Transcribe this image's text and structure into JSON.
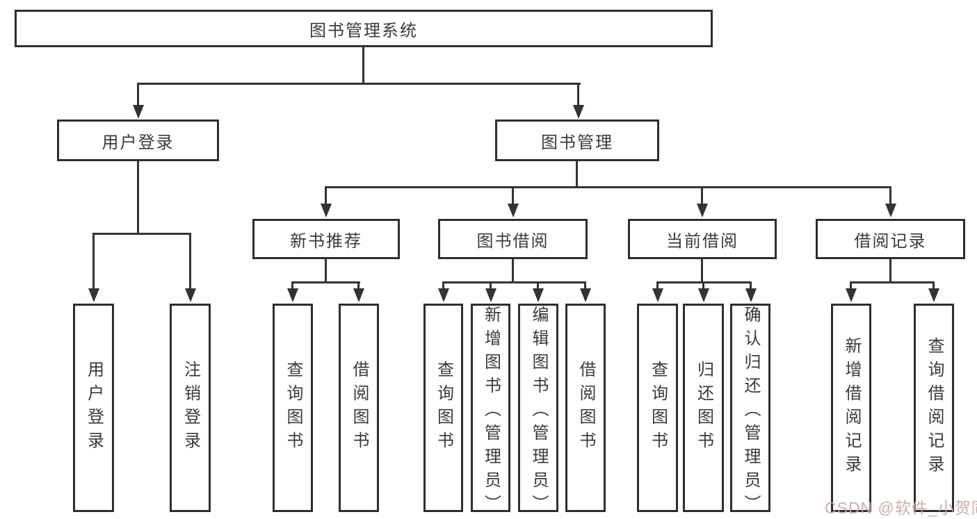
{
  "diagram": {
    "title": "图书管理系统",
    "colors": {
      "background": "#ffffff",
      "box_border": "#2e2e2e",
      "line": "#333333",
      "text": "#3a3a3a",
      "watermark": "#cda6a6"
    },
    "nodes": [
      {
        "id": "root",
        "label": "图书管理系统",
        "orientation": "horizontal"
      },
      {
        "id": "branch-user-login",
        "label": "用户登录",
        "orientation": "horizontal"
      },
      {
        "id": "branch-book-mgmt",
        "label": "图书管理",
        "orientation": "horizontal"
      },
      {
        "id": "branch-new-book",
        "label": "新书推荐",
        "orientation": "horizontal"
      },
      {
        "id": "branch-book-borrow",
        "label": "图书借阅",
        "orientation": "horizontal"
      },
      {
        "id": "branch-current-borrow",
        "label": "当前借阅",
        "orientation": "horizontal"
      },
      {
        "id": "branch-borrow-record",
        "label": "借阅记录",
        "orientation": "horizontal"
      },
      {
        "id": "leaf-user-login",
        "label": "用户登录",
        "orientation": "vertical"
      },
      {
        "id": "leaf-logout",
        "label": "注销登录",
        "orientation": "vertical"
      },
      {
        "id": "leaf-query-book-a",
        "label": "查询图书",
        "orientation": "vertical"
      },
      {
        "id": "leaf-borrow-book-a",
        "label": "借阅图书",
        "orientation": "vertical"
      },
      {
        "id": "leaf-query-book-b",
        "label": "查询图书",
        "orientation": "vertical"
      },
      {
        "id": "leaf-add-book",
        "label": "新增图书（管理员）",
        "orientation": "vertical"
      },
      {
        "id": "leaf-edit-book",
        "label": "编辑图书（管理员）",
        "orientation": "vertical"
      },
      {
        "id": "leaf-borrow-book-b",
        "label": "借阅图书",
        "orientation": "vertical"
      },
      {
        "id": "leaf-query-book-c",
        "label": "查询图书",
        "orientation": "vertical"
      },
      {
        "id": "leaf-return-book",
        "label": "归还图书",
        "orientation": "vertical"
      },
      {
        "id": "leaf-confirm-return",
        "label": "确认归还（管理员）",
        "orientation": "vertical"
      },
      {
        "id": "leaf-add-record",
        "label": "新增借阅记录",
        "orientation": "vertical"
      },
      {
        "id": "leaf-query-record",
        "label": "查询借阅记录",
        "orientation": "vertical"
      }
    ],
    "edges": [
      {
        "from": "root",
        "to": "branch-user-login"
      },
      {
        "from": "root",
        "to": "branch-book-mgmt"
      },
      {
        "from": "branch-user-login",
        "to": "leaf-user-login"
      },
      {
        "from": "branch-user-login",
        "to": "leaf-logout"
      },
      {
        "from": "branch-book-mgmt",
        "to": "branch-new-book"
      },
      {
        "from": "branch-book-mgmt",
        "to": "branch-book-borrow"
      },
      {
        "from": "branch-book-mgmt",
        "to": "branch-current-borrow"
      },
      {
        "from": "branch-book-mgmt",
        "to": "branch-borrow-record"
      },
      {
        "from": "branch-new-book",
        "to": "leaf-query-book-a"
      },
      {
        "from": "branch-new-book",
        "to": "leaf-borrow-book-a"
      },
      {
        "from": "branch-book-borrow",
        "to": "leaf-query-book-b"
      },
      {
        "from": "branch-book-borrow",
        "to": "leaf-add-book"
      },
      {
        "from": "branch-book-borrow",
        "to": "leaf-edit-book"
      },
      {
        "from": "branch-book-borrow",
        "to": "leaf-borrow-book-b"
      },
      {
        "from": "branch-current-borrow",
        "to": "leaf-query-book-c"
      },
      {
        "from": "branch-current-borrow",
        "to": "leaf-return-book"
      },
      {
        "from": "branch-current-borrow",
        "to": "leaf-confirm-return"
      },
      {
        "from": "branch-borrow-record",
        "to": "leaf-add-record"
      },
      {
        "from": "branch-borrow-record",
        "to": "leaf-query-record"
      }
    ],
    "watermark": {
      "text": "CSDN @软件_小贺同学",
      "color": "#cda6a6"
    }
  }
}
